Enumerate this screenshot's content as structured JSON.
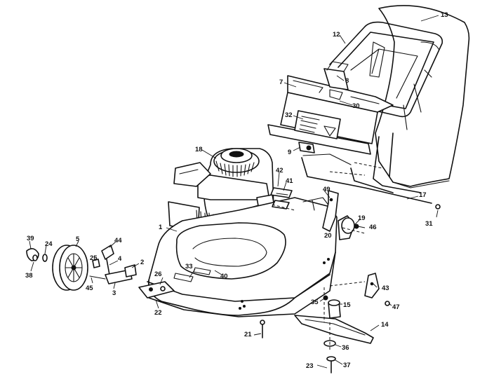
{
  "callouts": [
    {
      "id": "c1",
      "label": "1"
    },
    {
      "id": "c2",
      "label": "2"
    },
    {
      "id": "c3",
      "label": "3"
    },
    {
      "id": "c4",
      "label": "4"
    },
    {
      "id": "c5",
      "label": "5"
    },
    {
      "id": "c7",
      "label": "7"
    },
    {
      "id": "c8",
      "label": "8"
    },
    {
      "id": "c9",
      "label": "9"
    },
    {
      "id": "c12",
      "label": "12"
    },
    {
      "id": "c13",
      "label": "13"
    },
    {
      "id": "c14",
      "label": "14"
    },
    {
      "id": "c15",
      "label": "15"
    },
    {
      "id": "c17",
      "label": "17"
    },
    {
      "id": "c18",
      "label": "18"
    },
    {
      "id": "c19",
      "label": "19"
    },
    {
      "id": "c20",
      "label": "20"
    },
    {
      "id": "c21",
      "label": "21"
    },
    {
      "id": "c22",
      "label": "22"
    },
    {
      "id": "c23",
      "label": "23"
    },
    {
      "id": "c24",
      "label": "24"
    },
    {
      "id": "c25",
      "label": "25"
    },
    {
      "id": "c26",
      "label": "26"
    },
    {
      "id": "c30",
      "label": "30"
    },
    {
      "id": "c31",
      "label": "31"
    },
    {
      "id": "c32",
      "label": "32"
    },
    {
      "id": "c33",
      "label": "33"
    },
    {
      "id": "c35",
      "label": "35"
    },
    {
      "id": "c36",
      "label": "36"
    },
    {
      "id": "c37",
      "label": "37"
    },
    {
      "id": "c38",
      "label": "38"
    },
    {
      "id": "c39",
      "label": "39"
    },
    {
      "id": "c40",
      "label": "40"
    },
    {
      "id": "c41",
      "label": "41"
    },
    {
      "id": "c42",
      "label": "42"
    },
    {
      "id": "c43",
      "label": "43"
    },
    {
      "id": "c44",
      "label": "44"
    },
    {
      "id": "c45",
      "label": "45"
    },
    {
      "id": "c46",
      "label": "46"
    },
    {
      "id": "c47",
      "label": "47"
    },
    {
      "id": "c49",
      "label": "49"
    }
  ]
}
